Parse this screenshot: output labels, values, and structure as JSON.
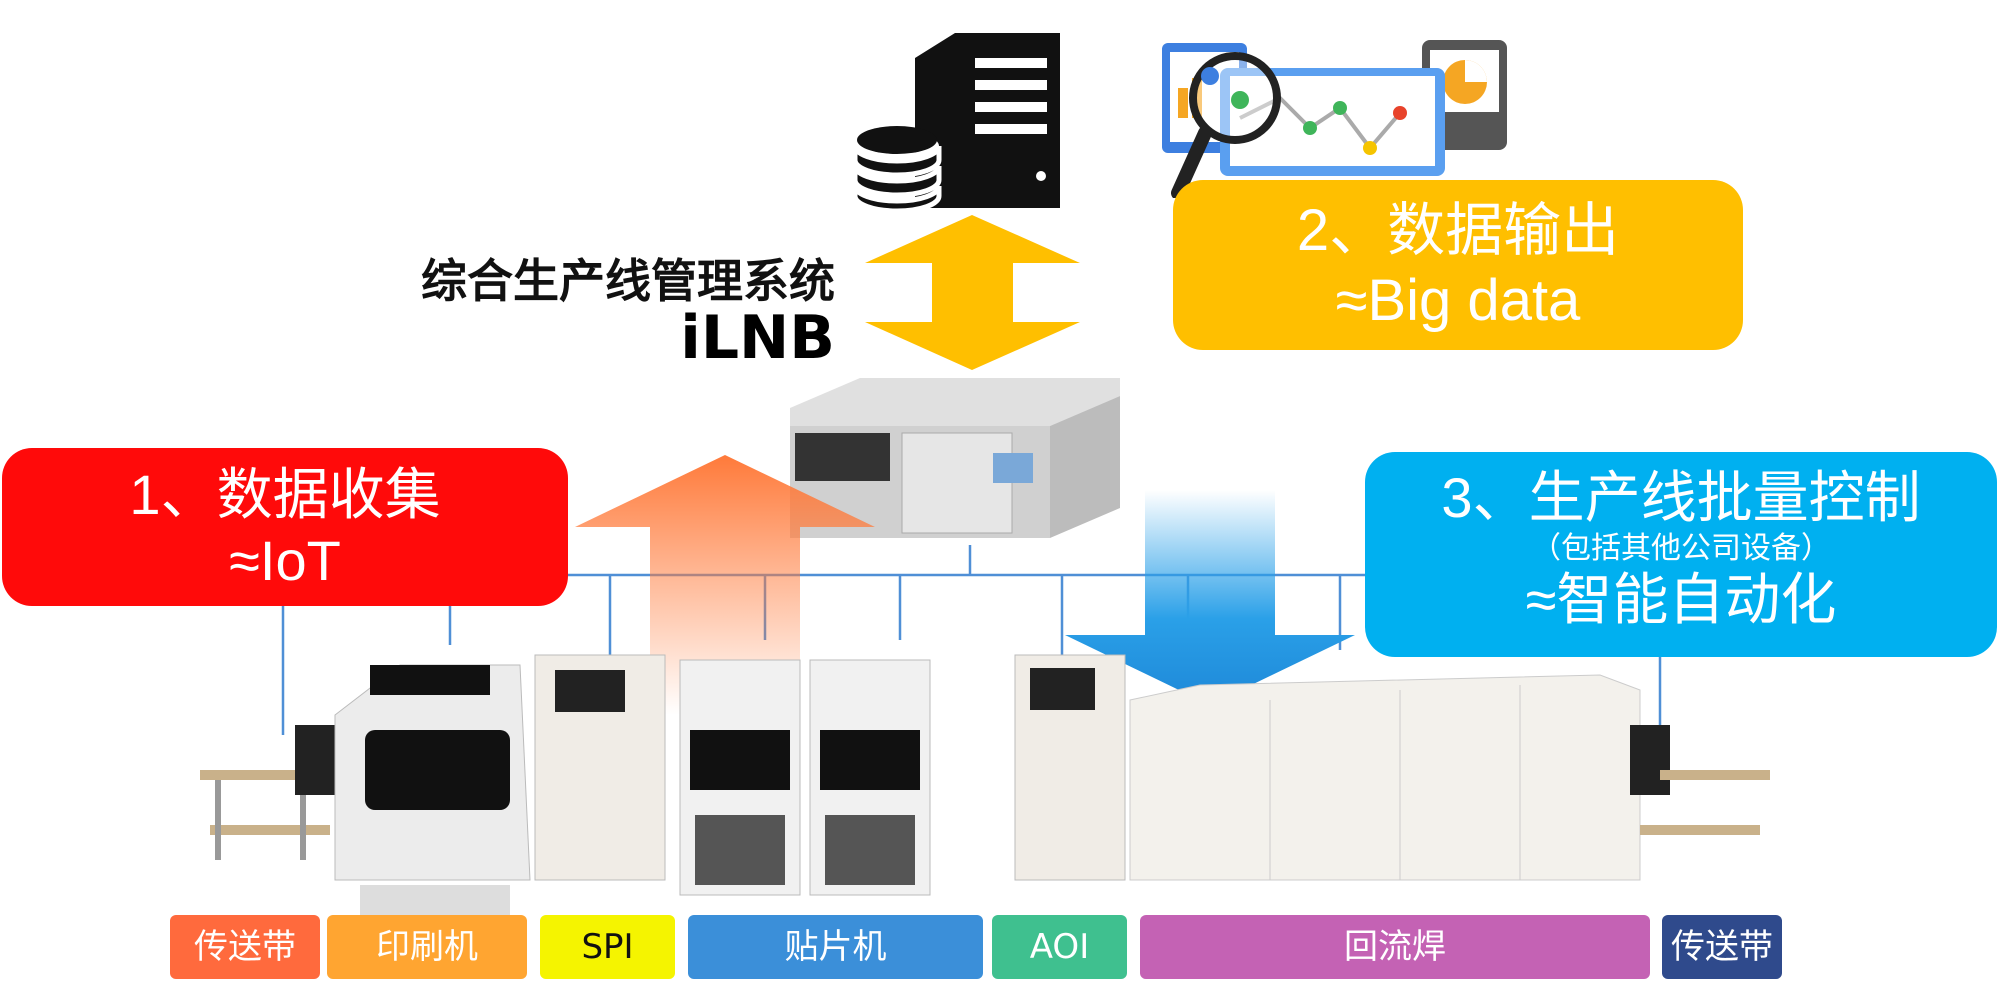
{
  "system": {
    "name": "综合生产线管理系统",
    "code": "iLNB"
  },
  "boxes": [
    {
      "line1": "1、数据收集",
      "line2": "≈IoT",
      "color": "#ff0a0a"
    },
    {
      "line1": "2、数据输出",
      "line2": "≈Big data",
      "color": "#ffbf00"
    },
    {
      "line1": "3、生产线批量控制",
      "sub": "（包括其他公司设备）",
      "line2": "≈智能自动化",
      "color": "#00b0f0"
    }
  ],
  "stations": [
    {
      "label": "传送带",
      "color": "#ff6a3d"
    },
    {
      "label": "印刷机",
      "color": "#ffa531"
    },
    {
      "label": "SPI",
      "color": "#f5f400",
      "text_color": "#111111"
    },
    {
      "label": "贴片机",
      "color": "#3b8fd9"
    },
    {
      "label": "AOI",
      "color": "#3fc08f"
    },
    {
      "label": "回流焊",
      "color": "#c462b4"
    },
    {
      "label": "传送带",
      "color": "#2f4a8c"
    }
  ],
  "icons": [
    "tower-server-icon",
    "database-icon",
    "analytics-dashboard-icon",
    "magnifier-icon",
    "rack-server-icon"
  ]
}
